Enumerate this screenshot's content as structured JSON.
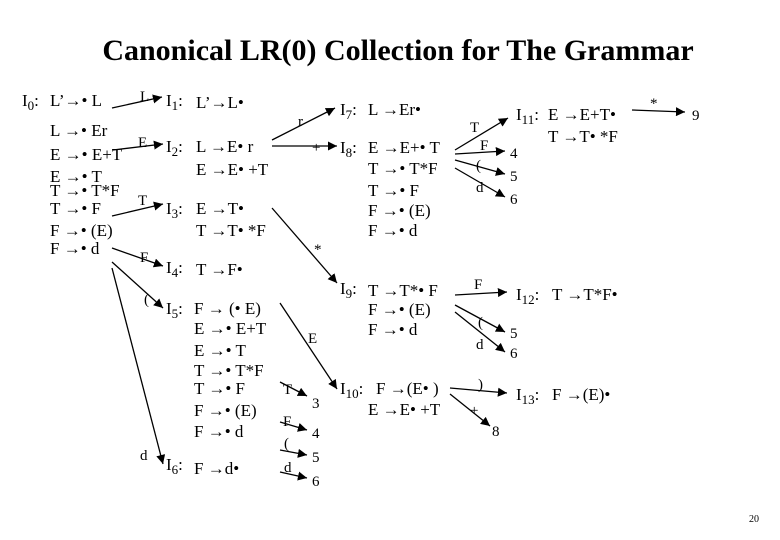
{
  "title": "Canonical LR(0) Collection for The Grammar",
  "page_number": "20",
  "dot": "•",
  "states": {
    "I0": {
      "label": "I",
      "sub": "0",
      "colon": ":",
      "lines": [
        "L’→• L",
        "L →• Er",
        "E →• E+T",
        "E →• T",
        "T →• T*F",
        "T →• F",
        "F →• (E)",
        "F →• d"
      ]
    },
    "I1": {
      "label": "I",
      "sub": "1",
      "colon": ":",
      "lines": [
        "L’→L•"
      ]
    },
    "I2": {
      "label": "I",
      "sub": "2",
      "colon": ":",
      "lines": [
        "L →E• r",
        "E →E• +T"
      ]
    },
    "I3": {
      "label": "I",
      "sub": "3",
      "colon": ":",
      "lines": [
        "E →T•",
        "T →T• *F"
      ]
    },
    "I4": {
      "label": "I",
      "sub": "4",
      "colon": ":",
      "lines": [
        "T →F•"
      ]
    },
    "I5": {
      "label": "I",
      "sub": "5",
      "colon": ":",
      "lines": [
        "F → (• E)",
        "E →• E+T",
        "E →• T",
        "T →• T*F",
        "T →• F",
        "F →• (E)",
        "F →• d"
      ]
    },
    "I6": {
      "label": "I",
      "sub": "6",
      "colon": ":",
      "lines": [
        "F →d•"
      ]
    },
    "I7": {
      "label": "I",
      "sub": "7",
      "colon": ":",
      "lines": [
        "L →Er•"
      ]
    },
    "I8": {
      "label": "I",
      "sub": "8",
      "colon": ":",
      "lines": [
        "E →E+• T",
        "T →• T*F",
        "T →• F",
        "F →• (E)",
        "F →• d"
      ]
    },
    "I9": {
      "label": "I",
      "sub": "9",
      "colon": ":",
      "lines": [
        "T →T*• F",
        "F →• (E)",
        "F →• d"
      ]
    },
    "I10": {
      "label": "I",
      "sub": "10",
      "colon": ":",
      "lines": [
        "F →(E• )",
        "E →E• +T"
      ]
    },
    "I11": {
      "label": "I",
      "sub": "11",
      "colon": ":",
      "lines": [
        "E →E+T•",
        "T →T• *F"
      ]
    },
    "I12": {
      "label": "I",
      "sub": "12",
      "colon": ":",
      "lines": [
        "T →T*F•"
      ]
    },
    "I13": {
      "label": "I",
      "sub": "13",
      "colon": ":",
      "lines": [
        "F →(E)•"
      ]
    }
  },
  "transitions": [
    {
      "from": "I0",
      "symbol": "L",
      "to": "I1"
    },
    {
      "from": "I0",
      "symbol": "E",
      "to": "I2"
    },
    {
      "from": "I0",
      "symbol": "T",
      "to": "I3"
    },
    {
      "from": "I0",
      "symbol": "F",
      "to": "I4"
    },
    {
      "from": "I0",
      "symbol": "(",
      "to": "I5"
    },
    {
      "from": "I0",
      "symbol": "d",
      "to": "I6"
    },
    {
      "from": "I2",
      "symbol": "r",
      "to": "I7"
    },
    {
      "from": "I2",
      "symbol": "+",
      "to": "I8"
    },
    {
      "from": "I3",
      "symbol": "*",
      "to": "I9"
    },
    {
      "from": "I5",
      "symbol": "E",
      "to": "I10"
    },
    {
      "from": "I5",
      "symbol": "T",
      "to": "3"
    },
    {
      "from": "I5",
      "symbol": "F",
      "to": "4"
    },
    {
      "from": "I5",
      "symbol": "(",
      "to": "5"
    },
    {
      "from": "I5",
      "symbol": "d",
      "to": "6"
    },
    {
      "from": "I8",
      "symbol": "T",
      "to": "I11"
    },
    {
      "from": "I8",
      "symbol": "F",
      "to": "4"
    },
    {
      "from": "I8",
      "symbol": "(",
      "to": "5"
    },
    {
      "from": "I8",
      "symbol": "d",
      "to": "6"
    },
    {
      "from": "I9",
      "symbol": "F",
      "to": "I12"
    },
    {
      "from": "I9",
      "symbol": "(",
      "to": "5"
    },
    {
      "from": "I9",
      "symbol": "d",
      "to": "6"
    },
    {
      "from": "I10",
      "symbol": ")",
      "to": "I13"
    },
    {
      "from": "I10",
      "symbol": "+",
      "to": "8"
    },
    {
      "from": "I11",
      "symbol": "*",
      "to": "9"
    }
  ]
}
